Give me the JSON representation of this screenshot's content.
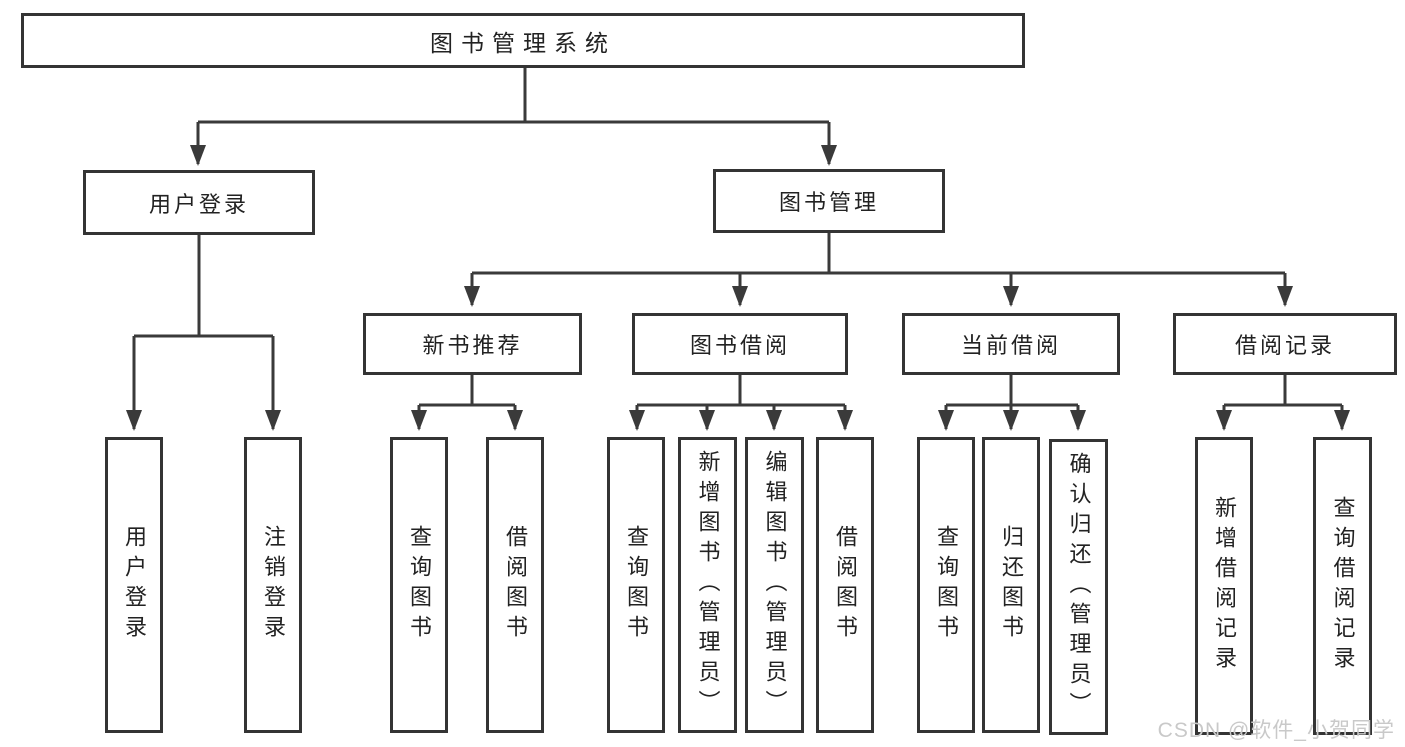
{
  "diagram": {
    "title": "图书管理系统",
    "branches": [
      {
        "label": "用户登录",
        "children": [
          {
            "label": "用户登录"
          },
          {
            "label": "注销登录"
          }
        ]
      },
      {
        "label": "图书管理",
        "children": [
          {
            "label": "新书推荐",
            "children": [
              {
                "label": "查询图书"
              },
              {
                "label": "借阅图书"
              }
            ]
          },
          {
            "label": "图书借阅",
            "children": [
              {
                "label": "查询图书"
              },
              {
                "label": "新增图书（管理员）"
              },
              {
                "label": "编辑图书（管理员）"
              },
              {
                "label": "借阅图书"
              }
            ]
          },
          {
            "label": "当前借阅",
            "children": [
              {
                "label": "查询图书"
              },
              {
                "label": "归还图书"
              },
              {
                "label": "确认归还（管理员）"
              }
            ]
          },
          {
            "label": "借阅记录",
            "children": [
              {
                "label": "新增借阅记录"
              },
              {
                "label": "查询借阅记录"
              }
            ]
          }
        ]
      }
    ]
  },
  "watermark": {
    "text": "CSDN @软件_小贺同学"
  },
  "colors": {
    "line": "#3a3a3a",
    "border": "#343434",
    "fill": "#ffffff",
    "text": "#222222",
    "watermark": "#c9c9c9",
    "background": "#ffffff"
  }
}
